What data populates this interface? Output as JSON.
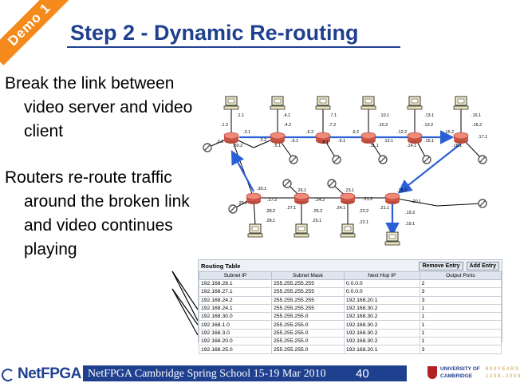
{
  "slide": {
    "banner": "Demo 1",
    "title": "Step 2 - Dynamic Re-routing",
    "bullets": [
      "Break the link between video server and video client",
      "Routers re-route traffic around the broken link and video continues playing"
    ]
  },
  "network": {
    "top_labels": [
      ".1.1",
      ".1.2",
      ".3.1",
      ".2.1",
      ".30.2",
      ".4.1",
      ".4.2",
      ".3.2",
      ".5.1",
      ".6.1",
      ".6.2",
      ".7.1",
      ".7.2",
      ".8.1",
      ".9.2",
      ".9.1",
      ".10.1",
      ".10.2",
      ".11.1",
      ".12.2",
      ".12.1",
      ".13.1",
      ".13.2",
      ".14.1",
      ".15.1",
      ".15.2",
      ".16.1",
      ".16.2",
      ".17.1",
      ".18.1"
    ],
    "bottom_labels": [
      ".30.1",
      ".29.1",
      ".27.2",
      ".28.2",
      ".28.1",
      ".26.1",
      ".27.1",
      ".24.2",
      ".25.2",
      ".25.1",
      ".23.1",
      ".24.1",
      ".21.2",
      ".22.2",
      ".22.1",
      ".18.2",
      ".21.1",
      ".20.1",
      ".19.2",
      ".19.1"
    ]
  },
  "routing_table": {
    "caption": "Routing Table",
    "remove_label": "Remove Entry",
    "add_label": "Add Entry",
    "columns": [
      "Subnet IP",
      "Subnet Mask",
      "Next Hop IP",
      "Output Ports"
    ],
    "rows": [
      [
        "192.168.28.1",
        "255.255.255.255",
        "0.0.0.0",
        "2"
      ],
      [
        "192.168.27.1",
        "255.255.255.255",
        "0.0.0.0",
        "3"
      ],
      [
        "192.168.24.2",
        "255.255.255.255",
        "192.168.20.1",
        "3"
      ],
      [
        "192.168.24.1",
        "255.255.255.255",
        "192.168.30.2",
        "1"
      ],
      [
        "192.168.30.0",
        "255.255.255.0",
        "192.168.30.2",
        "1"
      ],
      [
        "192.168.1.0",
        "255.255.255.0",
        "192.168.30.2",
        "1"
      ],
      [
        "192.168.3.0",
        "255.255.255.0",
        "192.168.30.2",
        "1"
      ],
      [
        "192.168.20.0",
        "255.255.255.0",
        "192.168.30.2",
        "1"
      ],
      [
        "192.168.25.0",
        "255.255.255.0",
        "192.168.20.1",
        "3"
      ]
    ]
  },
  "footer": {
    "logo": "NetFPGA",
    "event": "NetFPGA Cambridge Spring School 15-19 Mar 2010",
    "page": "40",
    "uni_line1": "UNIVERSITY OF",
    "uni_line2": "CAMBRIDGE",
    "uni_years1": "8 0 0  Y E A R S",
    "uni_years2": "1 2 0 9 – 2 0 0 9"
  },
  "colors": {
    "title": "#1f3f8f",
    "banner": "#f48a1c",
    "router": "#e86d5a",
    "link_blue": "#2a5fd6"
  }
}
